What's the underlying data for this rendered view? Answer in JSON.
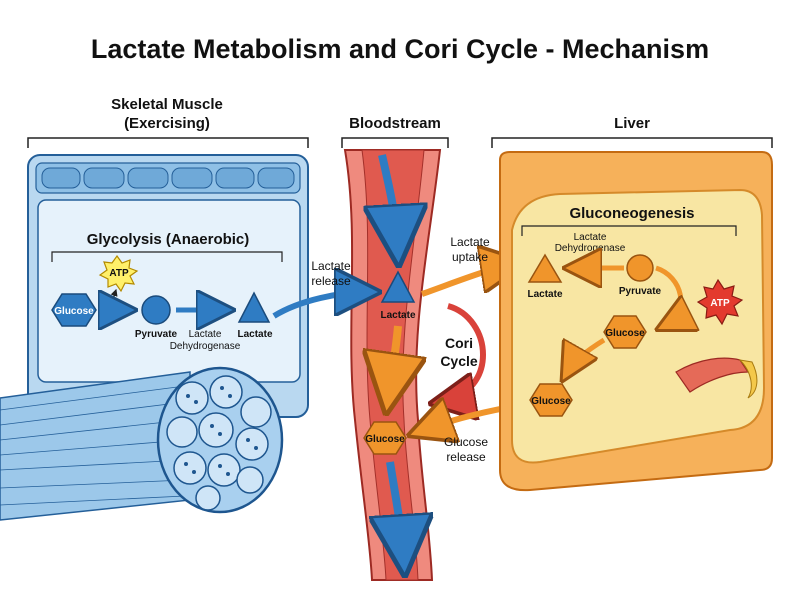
{
  "title": "Lactate Metabolism and Cori Cycle - Mechanism",
  "sections": {
    "muscle_line1": "Skeletal Muscle",
    "muscle_line2": "(Exercising)",
    "bloodstream": "Bloodstream",
    "liver": "Liver"
  },
  "muscle": {
    "process": "Glycolysis (Anaerobic)",
    "atp": "ATP",
    "glucose": "Glucose",
    "pyruvate": "Pyruvate",
    "enzyme_line1": "Lactate",
    "enzyme_line2": "Dehydrogenase",
    "lactate": "Lactate"
  },
  "blood": {
    "lactate": "Lactate",
    "glucose": "Glucose",
    "cori_line1": "Cori",
    "cori_line2": "Cycle"
  },
  "transport": {
    "release_line1": "Lactate",
    "release_line2": "release",
    "uptake_line1": "Lactate",
    "uptake_line2": "uptake",
    "glucose_release_line1": "Glucose",
    "glucose_release_line2": "release"
  },
  "liver": {
    "process": "Gluconeogenesis",
    "enzyme_line1": "Lactate",
    "enzyme_line2": "Dehydrogenase",
    "lactate": "Lactate",
    "pyruvate": "Pyruvate",
    "atp": "ATP",
    "glucose_mid": "Glucose",
    "glucose_out": "Glucose"
  },
  "colors": {
    "muscle_fill": "#dcedf9",
    "muscle_stroke": "#3a7fc2",
    "molecule_blue": "#2f7cc3",
    "liver_fill": "#f8e6a3",
    "liver_outer": "#f4a64b",
    "vessel_red": "#e05a4f",
    "arrow_orange": "#f0952b",
    "arrow_red": "#d9423a",
    "atp_yellow": "#fff06a",
    "atp_red": "#e33a2e"
  }
}
